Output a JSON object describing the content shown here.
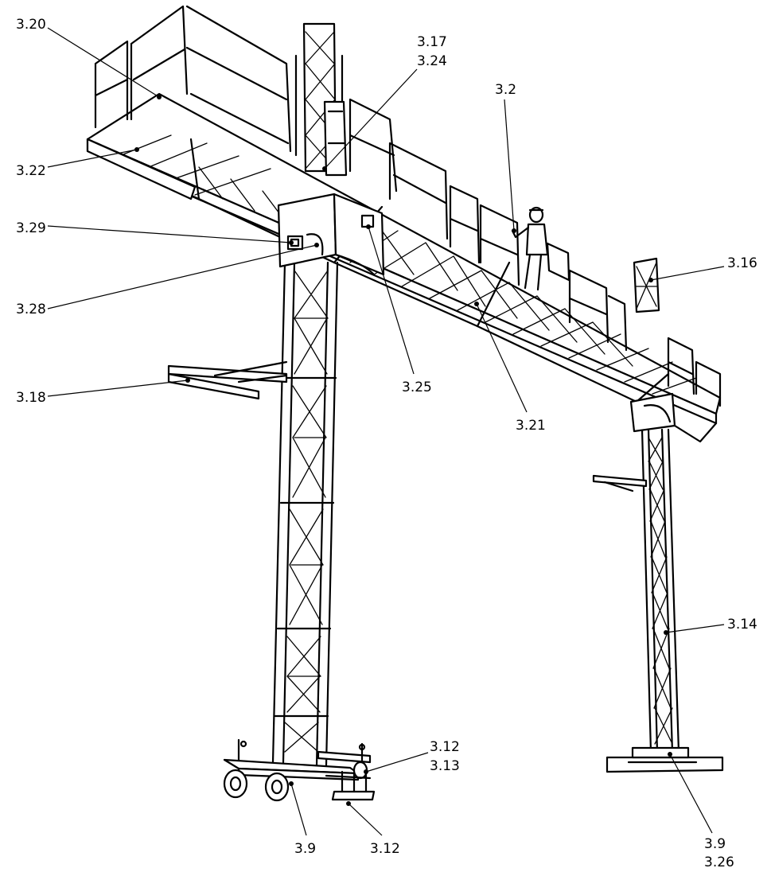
{
  "labels": {
    "l_3_20": "3.20",
    "l_3_17": "3.17",
    "l_3_24": "3.24",
    "l_3_2": "3.2",
    "l_3_22": "3.22",
    "l_3_29": "3.29",
    "l_3_16": "3.16",
    "l_3_28": "3.28",
    "l_3_25": "3.25",
    "l_3_18": "3.18",
    "l_3_21": "3.21",
    "l_3_14": "3.14",
    "l_3_12a": "3.12",
    "l_3_13": "3.13",
    "l_3_9a": "3.9",
    "l_3_12b": "3.12",
    "l_3_9b": "3.9",
    "l_3_26": "3.26"
  }
}
